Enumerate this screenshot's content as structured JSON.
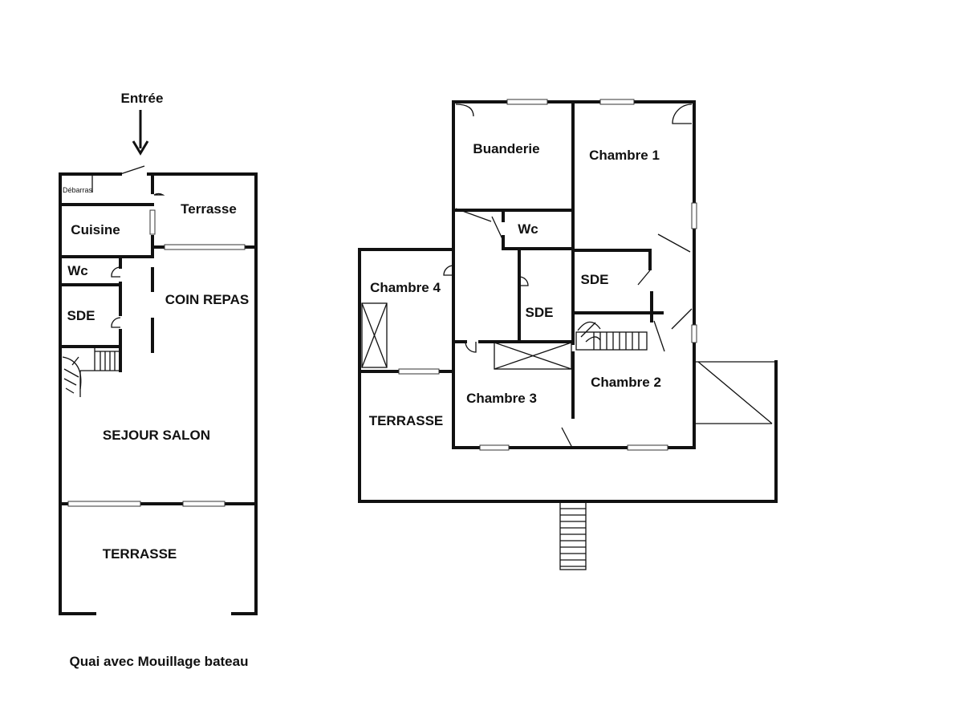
{
  "ground_floor": {
    "entrance": "Entrée",
    "rooms": {
      "debarras": "Débarras",
      "terrasse_top": "Terrasse",
      "cuisine": "Cuisine",
      "wc": "Wc",
      "coin_repas": "COIN REPAS",
      "sde": "SDE",
      "sejour_salon": "SEJOUR SALON",
      "terrasse_bottom": "TERRASSE"
    },
    "caption": "Quai avec Mouillage bateau"
  },
  "upper_floor": {
    "rooms": {
      "buanderie": "Buanderie",
      "chambre1": "Chambre 1",
      "wc": "Wc",
      "sde_right": "SDE",
      "chambre4": "Chambre 4",
      "sde_center": "SDE",
      "chambre2": "Chambre 2",
      "chambre3": "Chambre 3",
      "terrasse": "TERRASSE"
    }
  }
}
